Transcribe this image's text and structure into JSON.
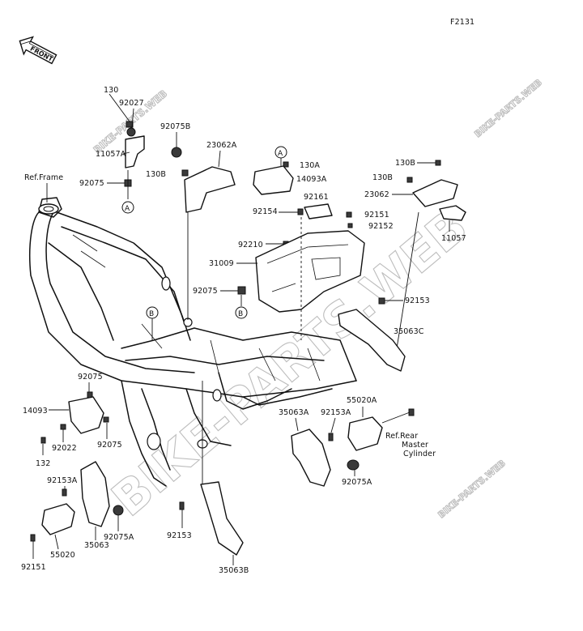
{
  "diagram": {
    "code": "F2131",
    "front_label": "FRONT",
    "watermarks": {
      "top": "BIKE-PARTS.WEB",
      "center": "BIKE-PARTS.WEB",
      "right_top": "BIKE-PARTS.WEB",
      "right_bottom": "BIKE-PARTS.WEB"
    },
    "ref_frame": "Ref.Frame",
    "ref_rear_master": [
      "Ref.Rear",
      "Master",
      "Cylinder"
    ],
    "markers": {
      "a": "A",
      "b": "B"
    },
    "labels": {
      "p130": "130",
      "p92027": "92027",
      "p92075B": "92075B",
      "p23062A": "23062A",
      "p11057A": "11057A",
      "p130B_a": "130B",
      "p92075_a": "92075",
      "p130A": "130A",
      "p14093A": "14093A",
      "p92161": "92161",
      "p92154": "92154",
      "p92151_a": "92151",
      "p92152": "92152",
      "p130B_b": "130B",
      "p130B_c": "130B",
      "p23062": "23062",
      "p11057": "11057",
      "p92210": "92210",
      "p31009": "31009",
      "p92075_b": "92075",
      "p92153_a": "92153",
      "p35063C": "35063C",
      "p92075_c": "92075",
      "p14093": "14093",
      "p92022": "92022",
      "p92075_d": "92075",
      "p132": "132",
      "p35063A": "35063A",
      "p92153A_a": "92153A",
      "p55020A": "55020A",
      "p92075A_a": "92075A",
      "p92153A_b": "92153A",
      "p35063": "35063",
      "p92075A_b": "92075A",
      "p55020": "55020",
      "p92151_b": "92151",
      "p92153_b": "92153",
      "p35063B": "35063B"
    }
  }
}
